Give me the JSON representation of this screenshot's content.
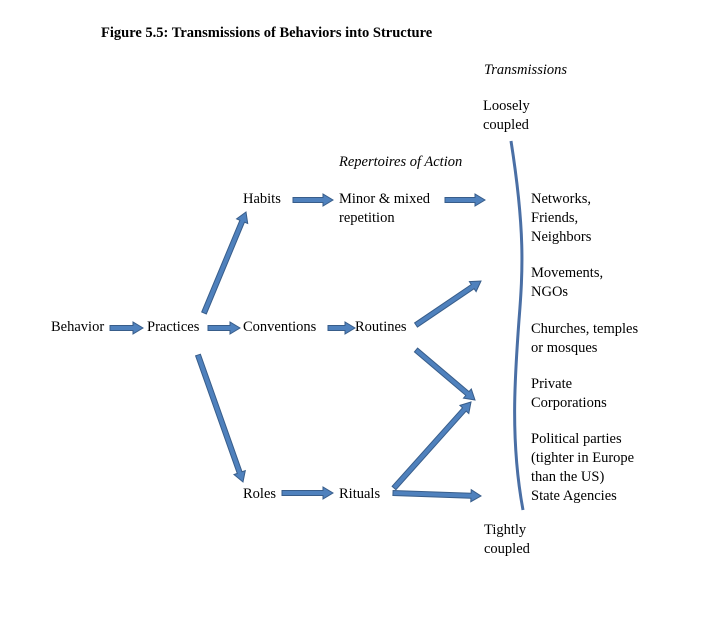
{
  "title": "Figure 5.5: Transmissions of Behaviors into Structure",
  "headers": {
    "transmissions": "Transmissions",
    "repertoires": "Repertoires of Action"
  },
  "nodes": {
    "behavior": "Behavior",
    "practices": "Practices",
    "habits": "Habits",
    "conventions": "Conventions",
    "roles": "Roles",
    "minor_mixed": [
      "Minor & mixed",
      "repetition"
    ],
    "routines": "Routines",
    "rituals": "Rituals"
  },
  "scale": {
    "loose": [
      "Loosely",
      "coupled"
    ],
    "tight": [
      "Tightly",
      "coupled"
    ]
  },
  "structures": [
    [
      "Networks,",
      "Friends,",
      "Neighbors"
    ],
    [
      "Movements,",
      "NGOs"
    ],
    [
      "Churches, temples",
      "or mosques"
    ],
    [
      "Private",
      "Corporations"
    ],
    [
      "Political parties",
      "(tighter in Europe",
      "than the US)",
      "State Agencies"
    ]
  ],
  "colors": {
    "arrow_fill": "#4f81bd",
    "arrow_stroke": "#385d8a",
    "curve": "#4a6fa5"
  }
}
